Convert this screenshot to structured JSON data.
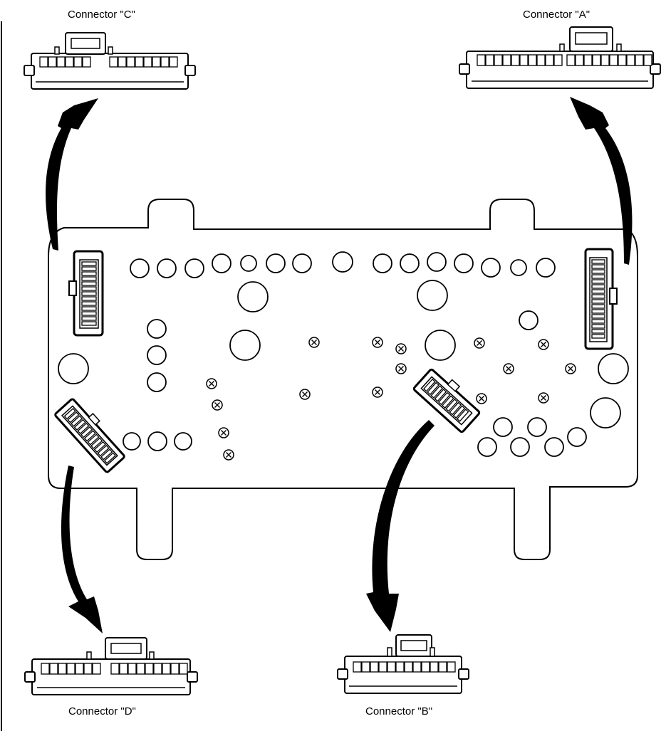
{
  "labels": {
    "connector_c": "Connector \"C\"",
    "connector_a": "Connector \"A\"",
    "connector_d": "Connector \"D\"",
    "connector_b": "Connector \"B\""
  },
  "colors": {
    "line": "#000000",
    "background": "#ffffff"
  },
  "icons": {
    "screw": "circle-x-screw-icon",
    "arrow": "curved-arrow-icon"
  }
}
